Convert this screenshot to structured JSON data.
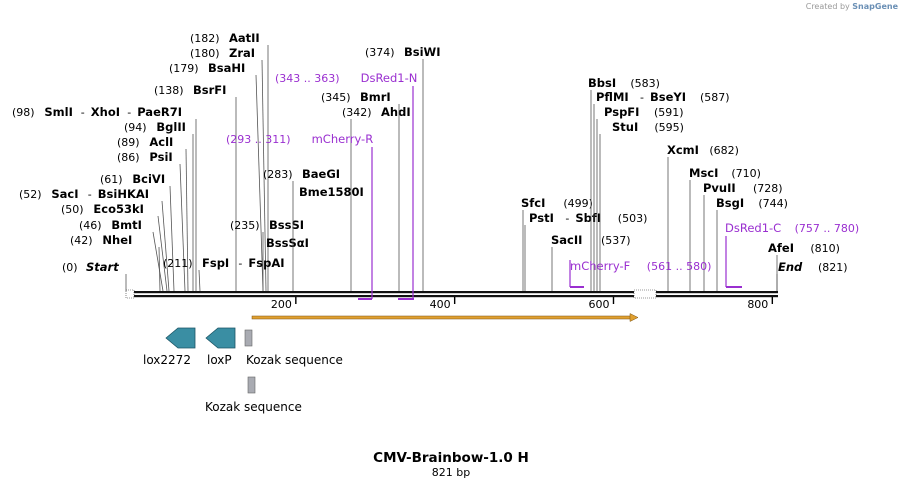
{
  "credit": {
    "prefix": "Created by",
    "brand": "SnapGene"
  },
  "map": {
    "title": "CMV-Brainbow-1.0 H",
    "length_label": "821 bp",
    "length": 821,
    "start_label": "Start",
    "end_label": "End",
    "start_pos": "(0)",
    "end_pos": "(821)",
    "ticks": [
      {
        "pos": 200,
        "label": "200"
      },
      {
        "pos": 400,
        "label": "400"
      },
      {
        "pos": 600,
        "label": "600"
      },
      {
        "pos": 800,
        "label": "800"
      }
    ]
  },
  "sites": [
    {
      "pos": "(42)",
      "name": "NheI"
    },
    {
      "pos": "(46)",
      "name": "BmtI"
    },
    {
      "pos": "(50)",
      "name": "Eco53kI"
    },
    {
      "pos": "(52)",
      "name": "SacI",
      "sep": "-",
      "name2": "BsiHKAI"
    },
    {
      "pos": "(61)",
      "name": "BciVI"
    },
    {
      "pos": "(86)",
      "name": "PsiI"
    },
    {
      "pos": "(89)",
      "name": "AclI"
    },
    {
      "pos": "(94)",
      "name": "BglII"
    },
    {
      "pos": "(98)",
      "name": "SmlI",
      "sep": "-",
      "name2": "XhoI",
      "sep2": "-",
      "name3": "PaeR7I"
    },
    {
      "pos": "(138)",
      "name": "BsrFI"
    },
    {
      "pos": "(179)",
      "name": "BsaHI"
    },
    {
      "pos": "(180)",
      "name": "ZraI"
    },
    {
      "pos": "(182)",
      "name": "AatII"
    },
    {
      "pos": "(211)",
      "name": "FspI",
      "sep": "-",
      "name2": "FspAI"
    },
    {
      "pos": "(235)",
      "name": "BssSI",
      "name2": "BssSαI"
    },
    {
      "pos": "(283)",
      "name": "BaeGI",
      "name2": "Bme1580I"
    },
    {
      "pos": "(342)",
      "name": "AhdI"
    },
    {
      "pos": "(345)",
      "name": "BmrI"
    },
    {
      "pos": "(374)",
      "name": "BsiWI"
    },
    {
      "pos": "(499)",
      "name": "SfcI"
    },
    {
      "pos": "(503)",
      "name": "PstI",
      "sep": "-",
      "name2": "SbfI"
    },
    {
      "pos": "(537)",
      "name": "SacII"
    },
    {
      "pos": "(583)",
      "name": "BbsI"
    },
    {
      "pos": "(587)",
      "name": "PflMI",
      "sep": "-",
      "name2": "BseYI"
    },
    {
      "pos": "(591)",
      "name": "PspFI"
    },
    {
      "pos": "(595)",
      "name": "StuI"
    },
    {
      "pos": "(682)",
      "name": "XcmI"
    },
    {
      "pos": "(710)",
      "name": "MscI"
    },
    {
      "pos": "(728)",
      "name": "PvuII"
    },
    {
      "pos": "(744)",
      "name": "BsgI"
    },
    {
      "pos": "(810)",
      "name": "AfeI"
    }
  ],
  "primers": [
    {
      "name": "DsRed1-N",
      "range": "(343 .. 363)"
    },
    {
      "name": "mCherry-R",
      "range": "(293 .. 311)"
    },
    {
      "name": "mCherry-F",
      "range": "(561 .. 580)"
    },
    {
      "name": "DsRed1-C",
      "range": "(757 .. 780)"
    }
  ],
  "features": [
    {
      "name": "lox2272",
      "type": "arrow-left",
      "color": "#3a8ea3"
    },
    {
      "name": "loxP",
      "type": "arrow-left",
      "color": "#3a8ea3"
    },
    {
      "name": "Kozak sequence",
      "type": "box",
      "color": "#a9abb2"
    },
    {
      "name": "Kozak sequence",
      "type": "box",
      "color": "#a9abb2"
    }
  ],
  "colors": {
    "primer": "#9a2fd0",
    "backbone": "#111111",
    "orf": "#e0a030",
    "text": "#000000"
  }
}
